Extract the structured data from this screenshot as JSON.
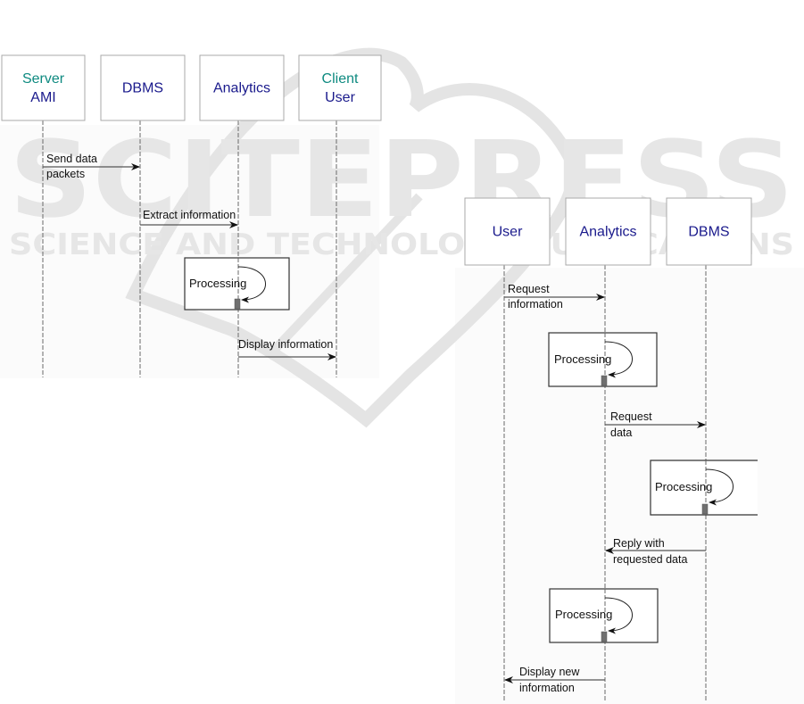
{
  "watermark": {
    "title": "SCITEPRESS",
    "subtitle": "SCIENCE AND TECHNOLOGY PUBLICATIONS"
  },
  "colors": {
    "actor_primary": "#1a1a8c",
    "actor_secondary": "#0e8a80"
  },
  "diagrams": [
    {
      "name": "ami-data-flow",
      "actors": [
        {
          "lines": [
            {
              "text": "Server",
              "style": "secondary"
            },
            {
              "text": "AMI",
              "style": "primary"
            }
          ]
        },
        {
          "lines": [
            {
              "text": "DBMS",
              "style": "primary"
            }
          ]
        },
        {
          "lines": [
            {
              "text": "Analytics",
              "style": "primary"
            }
          ]
        },
        {
          "lines": [
            {
              "text": "Client",
              "style": "secondary"
            },
            {
              "text": "User",
              "style": "primary"
            }
          ]
        }
      ],
      "messages": [
        {
          "from": 0,
          "to": 1,
          "label_lines": [
            "Send data",
            "packets"
          ]
        },
        {
          "from": 1,
          "to": 2,
          "label_lines": [
            "Extract information"
          ]
        },
        {
          "from": 2,
          "to": 3,
          "label_lines": [
            "Display information"
          ]
        }
      ],
      "processing": [
        {
          "actor": 2,
          "label": "Processing"
        }
      ]
    },
    {
      "name": "user-request-flow",
      "actors": [
        {
          "lines": [
            {
              "text": "User",
              "style": "primary"
            }
          ]
        },
        {
          "lines": [
            {
              "text": "Analytics",
              "style": "primary"
            }
          ]
        },
        {
          "lines": [
            {
              "text": "DBMS",
              "style": "primary"
            }
          ]
        }
      ],
      "messages": [
        {
          "from": 0,
          "to": 1,
          "label_lines": [
            "Request",
            "information"
          ]
        },
        {
          "from": 1,
          "to": 2,
          "label_lines": [
            "Request",
            "data"
          ]
        },
        {
          "from": 2,
          "to": 1,
          "label_lines": [
            "Reply with",
            "requested data"
          ]
        },
        {
          "from": 1,
          "to": 0,
          "label_lines": [
            "Display new",
            "information"
          ]
        }
      ],
      "processing": [
        {
          "actor": 1,
          "label": "Processing"
        },
        {
          "actor": 2,
          "label": "Processing"
        },
        {
          "actor": 1,
          "label": "Processing"
        }
      ]
    }
  ]
}
